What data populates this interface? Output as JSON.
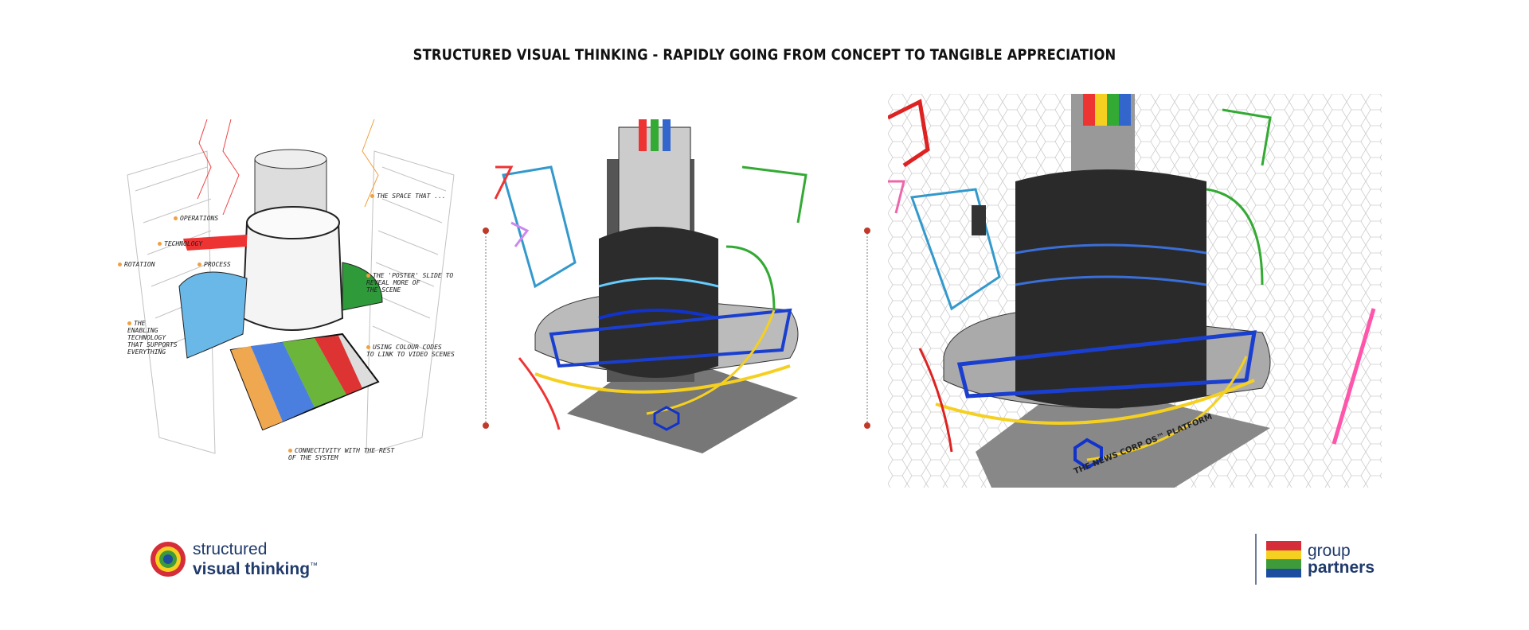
{
  "title": "STRUCTURED VISUAL THINKING - RAPIDLY GOING FROM CONCEPT TO TANGIBLE APPRECIATION",
  "sketch_annotations": [
    "The space that ... ",
    "Operations",
    "Technology",
    "Rotation",
    "Process",
    "The 'poster' slide to\nreveal more of\nthe scene",
    "The\nenabling\ntechnology\nthat supports\neverything",
    "Using colour codes\nto link to video scenes",
    "Connectivity with the rest\nof the system"
  ],
  "render_label": "THE NEWS CORP OS™ PLATFORM",
  "logos": {
    "left": {
      "line1": "structured",
      "line2": "visual thinking",
      "tm": "™"
    },
    "right": {
      "line1": "group",
      "line2": "partners"
    }
  },
  "colors": {
    "red": "#d62d3a",
    "yellow": "#f5d020",
    "green": "#3f9b3a",
    "blue": "#1d4d9e",
    "navy": "#1f3a6b",
    "separator_dot": "#c0392b"
  }
}
